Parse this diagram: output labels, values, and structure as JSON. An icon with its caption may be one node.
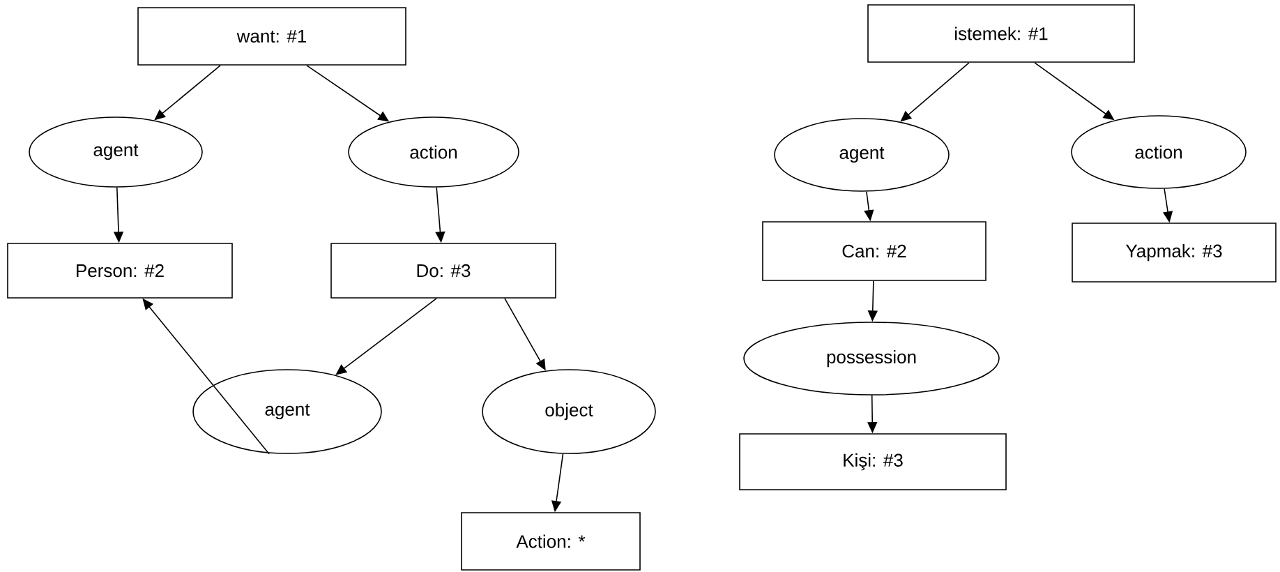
{
  "diagram": {
    "nodes": [
      {
        "text": [
          "want: #1"
        ]
      },
      {
        "text": [
          "agent"
        ]
      },
      {
        "text": [
          "action"
        ]
      },
      {
        "text": [
          "Person: #2"
        ]
      },
      {
        "text": [
          "Do: #3"
        ]
      },
      {
        "text": [
          "agent"
        ]
      },
      {
        "text": [
          "object"
        ]
      },
      {
        "text": [
          "Action: *"
        ]
      },
      {
        "text": [
          "istemek: #1"
        ]
      },
      {
        "text": [
          "agent"
        ]
      },
      {
        "text": [
          "action"
        ]
      },
      {
        "text": [
          "Can: #2"
        ]
      },
      {
        "text": [
          "Yapmak: #3"
        ]
      },
      {
        "text": [
          "possession"
        ]
      },
      {
        "text": [
          "Kişi: #3"
        ]
      }
    ],
    "edges": [
      {
        "from": 0,
        "to": 1,
        "arrow": "to"
      },
      {
        "from": 0,
        "to": 2,
        "arrow": "to"
      },
      {
        "from": 1,
        "to": 3,
        "arrow": "to"
      },
      {
        "from": 2,
        "to": 4,
        "arrow": "to"
      },
      {
        "from": 4,
        "to": 5,
        "arrow": "to"
      },
      {
        "from": 5,
        "to": 3,
        "arrow": "to"
      },
      {
        "from": 4,
        "to": 6,
        "arrow": "to"
      },
      {
        "from": 6,
        "to": 7,
        "arrow": "to"
      },
      {
        "from": 8,
        "to": 9,
        "arrow": "to"
      },
      {
        "from": 8,
        "to": 10,
        "arrow": "to"
      },
      {
        "from": 9,
        "to": 11,
        "arrow": "to"
      },
      {
        "from": 10,
        "to": 12,
        "arrow": "to"
      },
      {
        "from": 11,
        "to": 13,
        "arrow": "to"
      },
      {
        "from": 13,
        "to": 14,
        "arrow": "to"
      }
    ]
  }
}
